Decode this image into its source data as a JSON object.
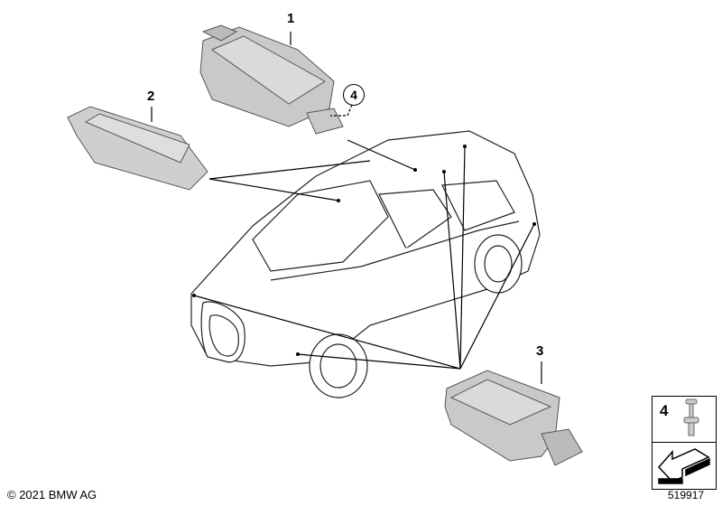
{
  "callouts": {
    "part1": "1",
    "part2": "2",
    "part3": "3",
    "part4": "4"
  },
  "legend": {
    "item_number": "4"
  },
  "footer": {
    "copyright": "© 2021 BMW AG",
    "reference": "519917"
  }
}
